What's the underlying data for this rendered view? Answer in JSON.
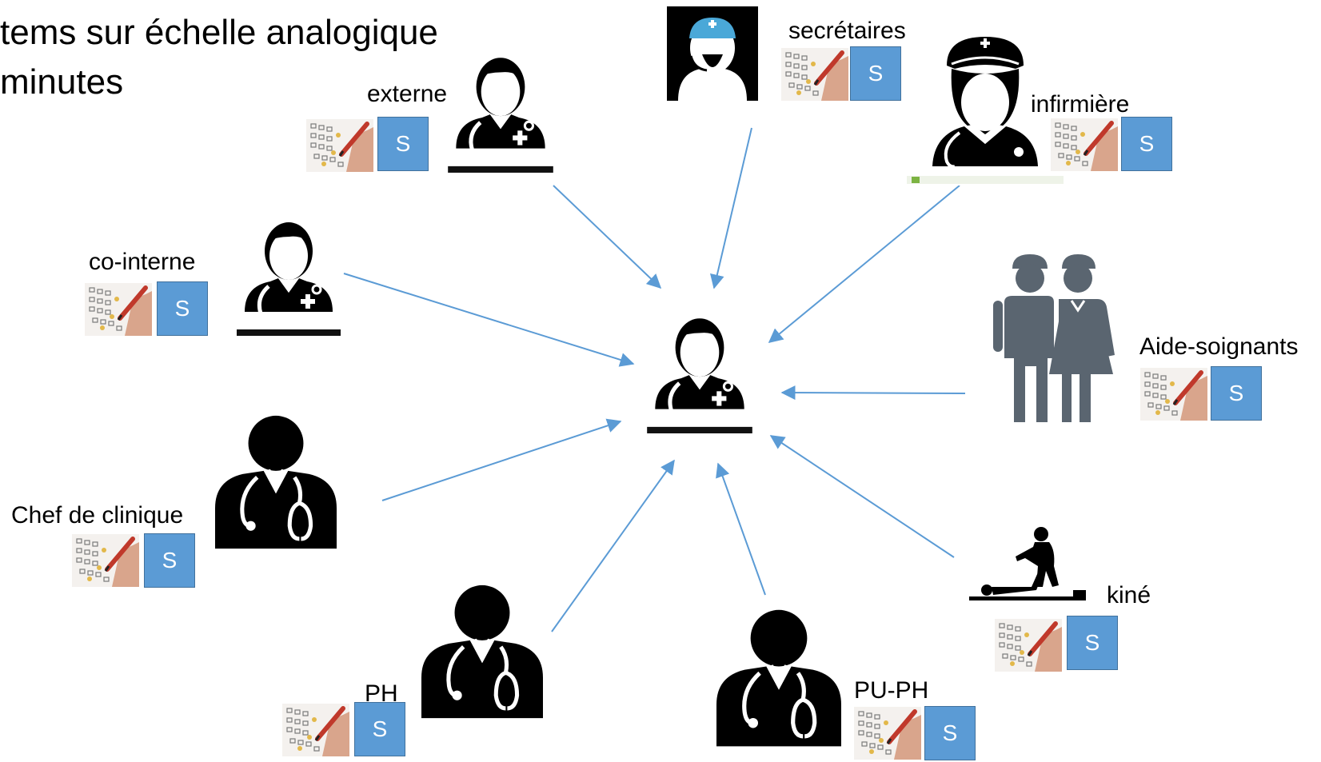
{
  "header": {
    "line1": "tems sur échelle analogique",
    "line2": "minutes"
  },
  "center": {
    "label": ""
  },
  "roles": [
    {
      "key": "externe",
      "label": "externe",
      "badge": "S"
    },
    {
      "key": "secretaires",
      "label": "secrétaires",
      "badge": "S"
    },
    {
      "key": "infirmiere",
      "label": "infirmière",
      "badge": "S"
    },
    {
      "key": "co-interne",
      "label": "co-interne",
      "badge": "S"
    },
    {
      "key": "aide-soignants",
      "label": "Aide-soignants",
      "badge": "S"
    },
    {
      "key": "chef-de-clinique",
      "label": "Chef de clinique",
      "badge": "S"
    },
    {
      "key": "kine",
      "label": "kiné",
      "badge": "S"
    },
    {
      "key": "ph",
      "label": "PH",
      "badge": "S"
    },
    {
      "key": "pu-ph",
      "label": "PU-PH",
      "badge": "S"
    }
  ],
  "icons": {
    "role_icon": "doctor-icon",
    "survey_icon": "survey-form-icon",
    "center_icon": "intern-icon"
  },
  "colors": {
    "arrow": "#5b9bd5",
    "badge": "#5b9bd5",
    "silhouette": "#000000",
    "aide_silhouette": "#5a6570"
  }
}
